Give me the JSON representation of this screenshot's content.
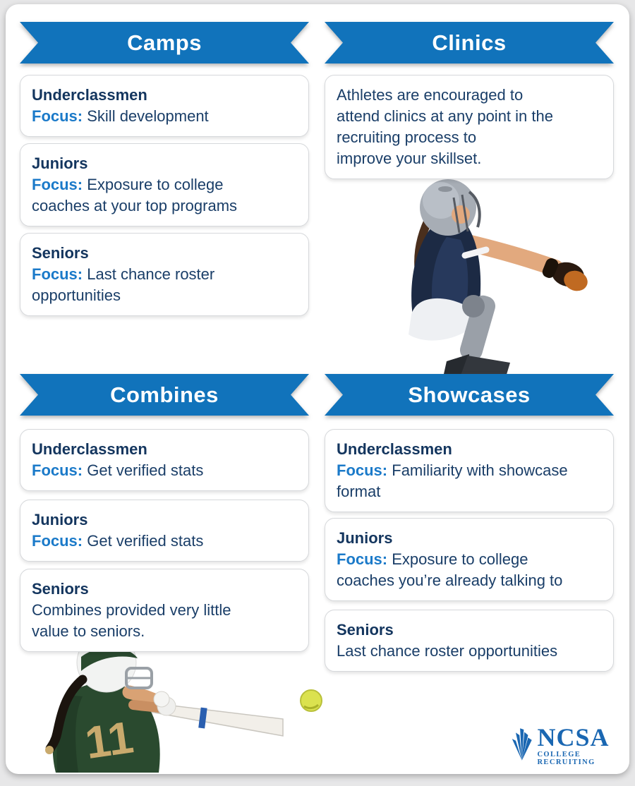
{
  "colors": {
    "ribbon_blue": "#1173bb",
    "focus_blue": "#1b7ac9",
    "heading_navy": "#13355e",
    "body_navy": "#1a3e68",
    "logo_blue": "#1a67b2",
    "page_background": "#e7e7e8",
    "card_background": "#ffffff"
  },
  "sections": [
    {
      "title": "Camps",
      "cards": [
        {
          "heading": "Underclassmen",
          "focus_label": "Focus:",
          "text": "Skill development"
        },
        {
          "heading": "Juniors",
          "focus_label": "Focus:",
          "text": "Exposure to college\ncoaches at your top programs"
        },
        {
          "heading": "Seniors",
          "focus_label": "Focus:",
          "text": "Last chance roster\nopportunities"
        }
      ]
    },
    {
      "title": "Clinics",
      "cards": [
        {
          "text": "Athletes are encouraged to\nattend clinics at any point in the\nrecruiting process to\nimprove your skillset."
        }
      ]
    },
    {
      "title": "Combines",
      "cards": [
        {
          "heading": "Underclassmen",
          "focus_label": "Focus:",
          "text": "Get verified stats"
        },
        {
          "heading": "Juniors",
          "focus_label": "Focus:",
          "text": "Get verified stats"
        },
        {
          "heading": "Seniors",
          "text": "Combines provided very little\nvalue to seniors."
        }
      ]
    },
    {
      "title": "Showcases",
      "cards": [
        {
          "heading": "Underclassmen",
          "focus_label": "Focus:",
          "text": "Familiarity with showcase\nformat"
        },
        {
          "heading": "Juniors",
          "focus_label": "Focus:",
          "text": "Exposure to college\ncoaches you’re already talking to"
        },
        {
          "heading": "Seniors",
          "text": "Last chance roster opportunities"
        }
      ]
    }
  ],
  "images": {
    "catcher": "softball-catcher-photo",
    "batter": "softball-batter-photo",
    "ball": "softball"
  },
  "logo": {
    "name": "NCSA",
    "subtext": "COLLEGE RECRUITING"
  }
}
